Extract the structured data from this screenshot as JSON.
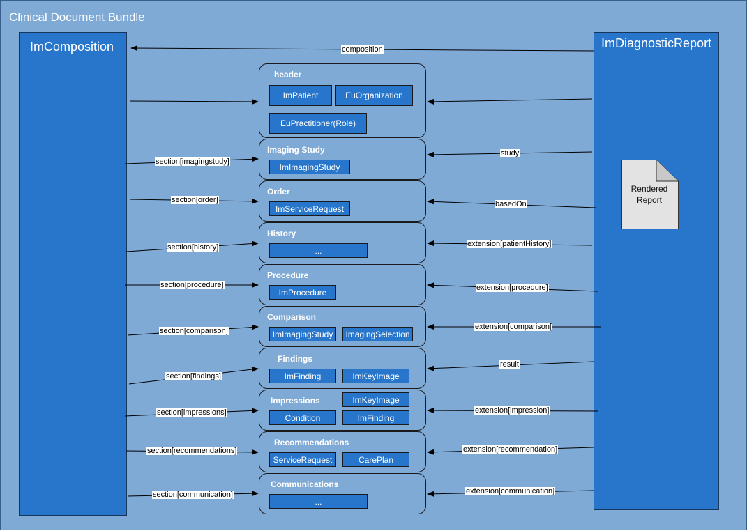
{
  "bundle_title": "Clinical Document Bundle",
  "composition_title": "ImComposition",
  "report_title": "ImDiagnosticReport",
  "rendered_report": [
    "Rendered",
    "Report"
  ],
  "composition_edge": "composition",
  "sections": {
    "header": {
      "title": "header",
      "items": [
        "ImPatient",
        "EuOrganization",
        "EuPractitioner(Role)"
      ]
    },
    "imaging_study": {
      "title": "Imaging Study",
      "items": [
        "ImImagingStudy"
      ],
      "left_label": "section[imagingstudy]",
      "right_label": "study"
    },
    "order": {
      "title": "Order",
      "items": [
        "ImServiceRequest"
      ],
      "left_label": "section[order]",
      "right_label": "basedOn"
    },
    "history": {
      "title": "History",
      "items": [
        "..."
      ],
      "left_label": "section[history]",
      "right_label": "extension[patientHistory]"
    },
    "procedure": {
      "title": "Procedure",
      "items": [
        "ImProcedure"
      ],
      "left_label": "section[procedure]",
      "right_label": "extension[procedure]"
    },
    "comparison": {
      "title": "Comparison",
      "items": [
        "ImImagingStudy",
        "ImagingSelection"
      ],
      "left_label": "section[comparison]",
      "right_label": "extension[comparison["
    },
    "findings": {
      "title": "Findings",
      "items": [
        "ImFinding",
        "ImKeyImage"
      ],
      "left_label": "section[findings]",
      "right_label": "result"
    },
    "impressions": {
      "title": "Impressions",
      "items": [
        "ImKeyImage",
        "Condition",
        "ImFinding"
      ],
      "left_label": "section[impressions]",
      "right_label": "extension[impression]"
    },
    "recommendations": {
      "title": "Recommendations",
      "items": [
        "ServiceRequest",
        "CarePlan"
      ],
      "left_label": "section[recommendations]",
      "right_label": "extension[recommendation]"
    },
    "communications": {
      "title": "Communications",
      "items": [
        "..."
      ],
      "left_label": "section[communication]",
      "right_label": "extension[communication]"
    }
  }
}
